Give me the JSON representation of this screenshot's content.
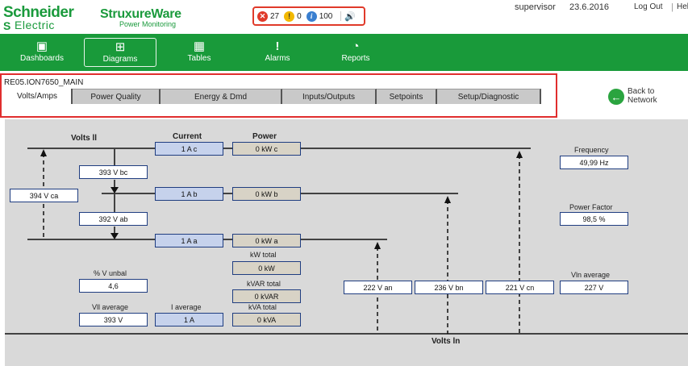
{
  "header": {
    "brand_line1": "Schneider",
    "brand_line2": "Electric",
    "product_line1": "StruxureWare",
    "product_line2": "Power Monitoring",
    "alarm_counts": {
      "critical": "27",
      "warning": "0",
      "info": "100"
    },
    "user": "supervisor",
    "date": "23.6.2016",
    "logout": "Log Out",
    "help": "Hel"
  },
  "nav": [
    {
      "label": "Dashboards",
      "icon": "dashboard-icon"
    },
    {
      "label": "Diagrams",
      "icon": "diagram-icon",
      "active": true
    },
    {
      "label": "Tables",
      "icon": "table-icon"
    },
    {
      "label": "Alarms",
      "icon": "exclamation-icon"
    },
    {
      "label": "Reports",
      "icon": "report-icon"
    }
  ],
  "device": {
    "name": "RE05.ION7650_MAIN",
    "tabs": [
      "Volts/Amps",
      "Power Quality",
      "Energy & Dmd",
      "Inputs/Outputs",
      "Setpoints",
      "Setup/Diagnostic"
    ],
    "back_line1": "Back to",
    "back_line2": "Network"
  },
  "diagram": {
    "volts_ll_title": "Volts ll",
    "current_title": "Current",
    "power_title": "Power",
    "volts_ln_title": "Volts ln",
    "v_bc": "393 V bc",
    "v_ca": "394 V ca",
    "v_ab": "392 V ab",
    "i_c": "1 A c",
    "i_b": "1 A b",
    "i_a": "1 A a",
    "p_c": "0 kW c",
    "p_b": "0 kW b",
    "p_a": "0 kW a",
    "kw_total_label": "kW total",
    "kw_total": "0 kW",
    "kvar_total_label": "kVAR total",
    "kvar_total": "0 kVAR",
    "kva_total_label": "kVA total",
    "kva_total": "0 kVA",
    "v_unbal_label": "% V unbal",
    "v_unbal": "4,6",
    "vll_avg_label": "Vll average",
    "vll_avg": "393 V",
    "i_avg_label": "I average",
    "i_avg": "1 A",
    "v_an": "222 V an",
    "v_bn": "236 V bn",
    "v_cn": "221 V cn",
    "frequency_label": "Frequency",
    "frequency": "49,99 Hz",
    "pf_label": "Power Factor",
    "pf": "98,5 %",
    "vln_avg_label": "Vln average",
    "vln_avg": "227 V"
  }
}
